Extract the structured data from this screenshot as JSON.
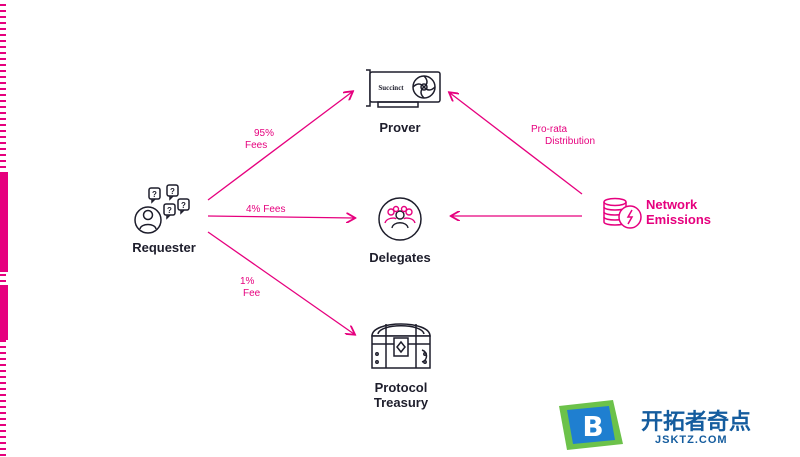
{
  "nodes": {
    "requester": "Requester",
    "prover": "Prover",
    "delegates": "Delegates",
    "treasury_line1": "Protocol",
    "treasury_line2": "Treasury",
    "emissions_line1": "Network",
    "emissions_line2": "Emissions",
    "gpu_brand": "Succinct"
  },
  "edges": {
    "prover_fee_pct": "95%",
    "prover_fee_word": "Fees",
    "delegates_fee": "4% Fees",
    "treasury_fee_pct": "1%",
    "treasury_fee_word": "Fee",
    "prorata_line1": "Pro-rata",
    "prorata_line2": "Distribution"
  },
  "colors": {
    "accent": "#e6007e",
    "text": "#1d1d2b",
    "brand": "#145c9e",
    "brand_green": "#6cc24a"
  },
  "watermark": {
    "title": "开拓者奇点",
    "subtitle": "JSKTZ.COM",
    "logo_letter": "B"
  }
}
